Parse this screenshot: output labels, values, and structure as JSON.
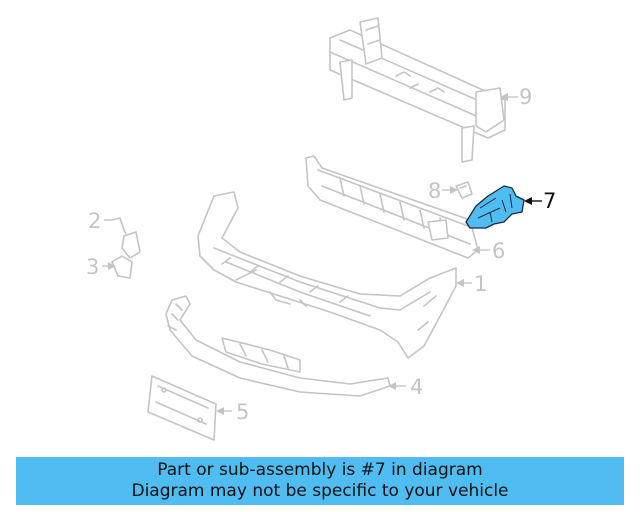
{
  "diagram": {
    "highlighted_part": "7",
    "callouts": [
      {
        "id": "9",
        "label": "9"
      },
      {
        "id": "8",
        "label": "8"
      },
      {
        "id": "7",
        "label": "7"
      },
      {
        "id": "6",
        "label": "6"
      },
      {
        "id": "2",
        "label": "2"
      },
      {
        "id": "3",
        "label": "3"
      },
      {
        "id": "1",
        "label": "1"
      },
      {
        "id": "4",
        "label": "4"
      },
      {
        "id": "5",
        "label": "5"
      }
    ],
    "colors": {
      "highlight": "#4fbcf2",
      "line_art": "#c4c4c4",
      "active_callout": "#111111"
    }
  },
  "caption": {
    "line1": "Part or sub-assembly is #7 in diagram",
    "line2": "Diagram may not be specific to your vehicle",
    "background": "#4fbcf2"
  }
}
